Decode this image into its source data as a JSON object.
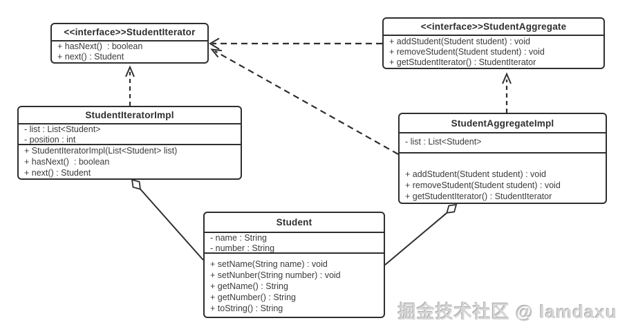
{
  "watermark": "掘金技术社区 @ lamdaxu",
  "colors": {
    "line": "#2e2e2e",
    "background": "#ffffff",
    "watermark": "#d6d6d6"
  },
  "classes": {
    "student_iterator": {
      "title": "<<interface>>StudentIterator",
      "methods": [
        "+ hasNext()  : boolean",
        "+ next() : Student"
      ]
    },
    "student_aggregate": {
      "title": "<<interface>>StudentAggregate",
      "methods": [
        "+ addStudent(Student student) : void",
        "+ removeStudent(Student student) : void",
        "+ getStudentIterator() : StudentIterator"
      ]
    },
    "student_iterator_impl": {
      "title": "StudentIteratorImpl",
      "attributes": [
        "- list : List<Student>",
        "- position : int"
      ],
      "methods": [
        "+ StudentIteratorImpl(List<Student> list)",
        "+ hasNext()  : boolean",
        "+ next() : Student"
      ]
    },
    "student_aggregate_impl": {
      "title": "StudentAggregateImpl",
      "attributes": [
        "- list : List<Student>"
      ],
      "methods": [
        "+ addStudent(Student student) : void",
        "+ removeStudent(Student student) : void",
        "+ getStudentIterator() : StudentIterator"
      ]
    },
    "student": {
      "title": "Student",
      "attributes": [
        "- name : String",
        "- number : String"
      ],
      "methods": [
        "+ setName(String name) : void",
        "+ setNunber(String number) : void",
        "+ getName() : String",
        "+ getNumber() : String",
        "+ toString() : String"
      ]
    }
  },
  "relationships": [
    {
      "type": "realization",
      "from": "StudentIteratorImpl",
      "to": "StudentIterator",
      "line": "dashed",
      "head": "open-arrow"
    },
    {
      "type": "realization",
      "from": "StudentAggregateImpl",
      "to": "StudentAggregate",
      "line": "dashed",
      "head": "open-arrow"
    },
    {
      "type": "dependency",
      "from": "StudentAggregate",
      "to": "StudentIterator",
      "line": "dashed",
      "head": "open-arrow"
    },
    {
      "type": "dependency",
      "from": "StudentAggregateImpl",
      "to": "StudentIterator",
      "line": "dashed",
      "head": "open-arrow"
    },
    {
      "type": "aggregation",
      "from": "StudentIteratorImpl",
      "to": "Student",
      "line": "solid",
      "head": "hollow-diamond"
    },
    {
      "type": "aggregation",
      "from": "StudentAggregateImpl",
      "to": "Student",
      "line": "solid",
      "head": "hollow-diamond"
    }
  ]
}
